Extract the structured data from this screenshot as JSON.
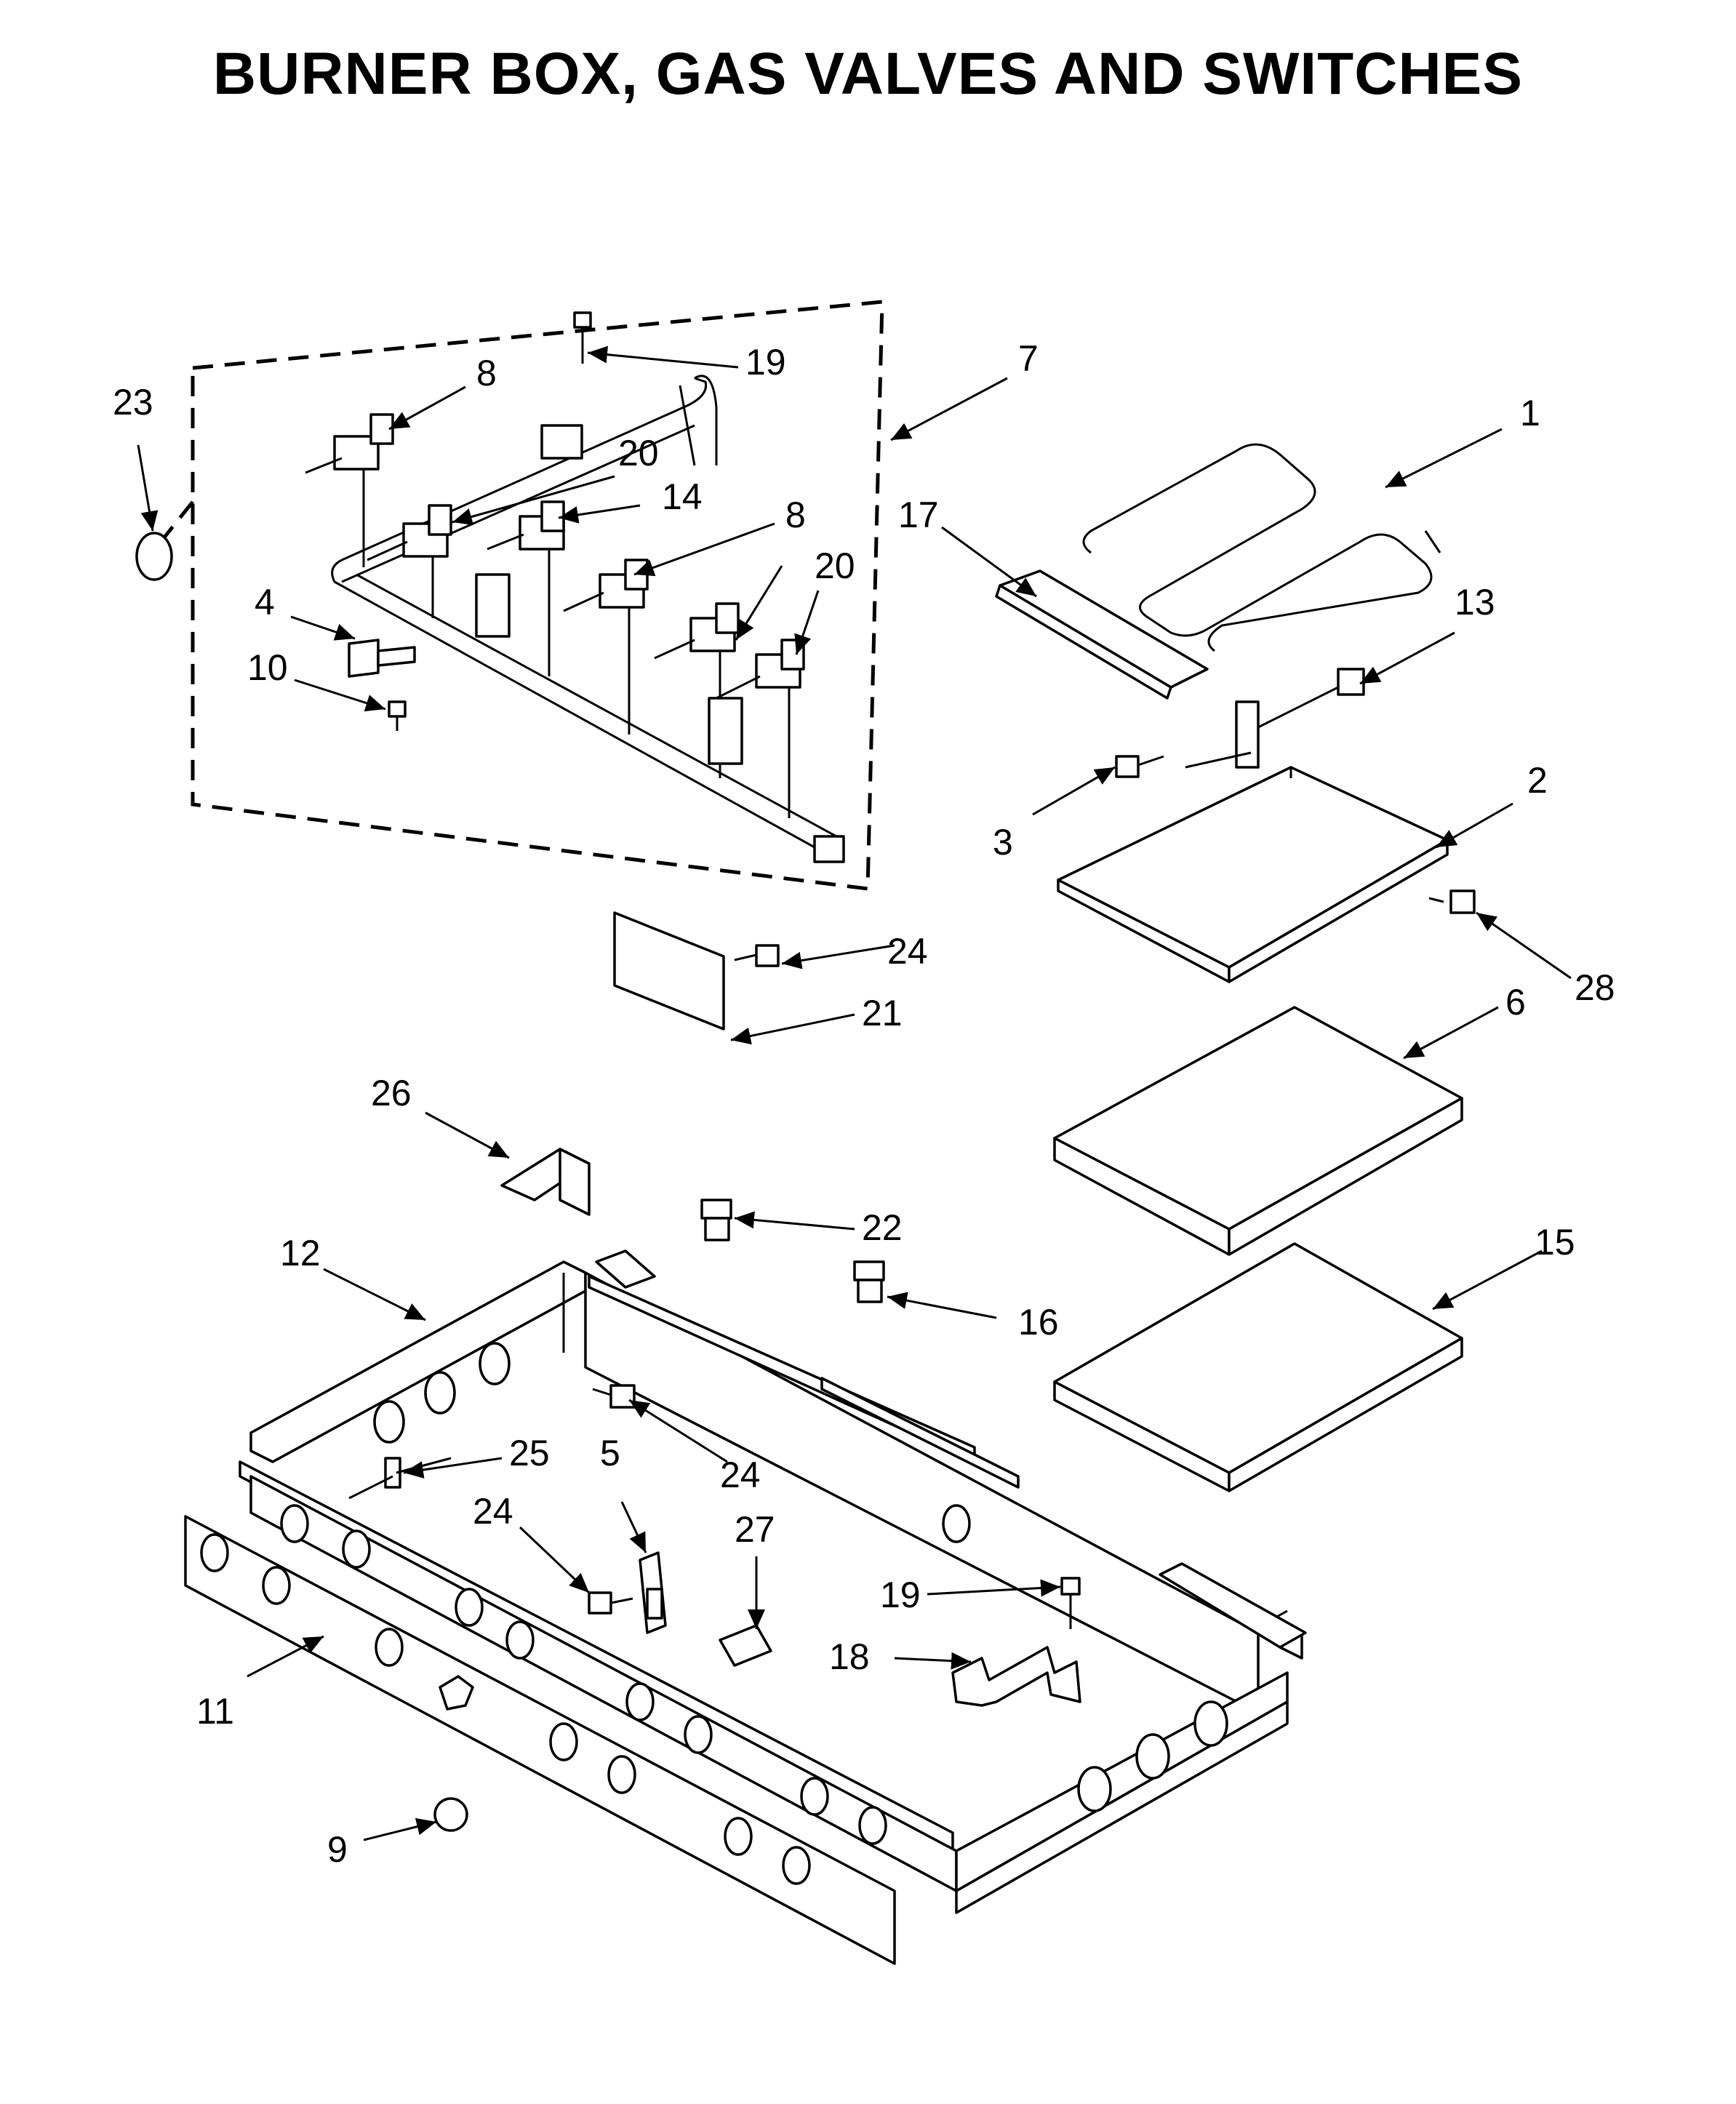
{
  "title": "BURNER BOX, GAS VALVES AND SWITCHES",
  "callouts": {
    "c1": "1",
    "c2": "2",
    "c3": "3",
    "c4": "4",
    "c5": "5",
    "c6": "6",
    "c7": "7",
    "c8a": "8",
    "c8b": "8",
    "c9": "9",
    "c10": "10",
    "c11": "11",
    "c12": "12",
    "c13": "13",
    "c14": "14",
    "c15": "15",
    "c16": "16",
    "c17": "17",
    "c18": "18",
    "c19a": "19",
    "c19b": "19",
    "c20a": "20",
    "c20b": "20",
    "c21": "21",
    "c22": "22",
    "c23": "23",
    "c24a": "24",
    "c24b": "24",
    "c24c": "24",
    "c25": "25",
    "c26": "26",
    "c27": "27",
    "c28": "28"
  }
}
